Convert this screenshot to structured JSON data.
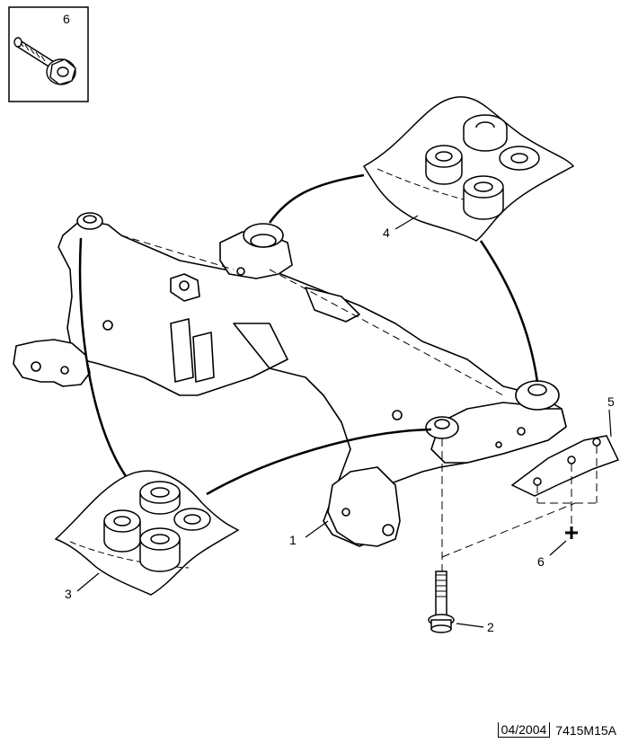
{
  "callouts": {
    "inset": "6",
    "c1": "1",
    "c2": "2",
    "c3": "3",
    "c4": "4",
    "c5": "5",
    "c6": "6"
  },
  "footer": {
    "date": "04/2004",
    "ref": "7415M15A"
  }
}
